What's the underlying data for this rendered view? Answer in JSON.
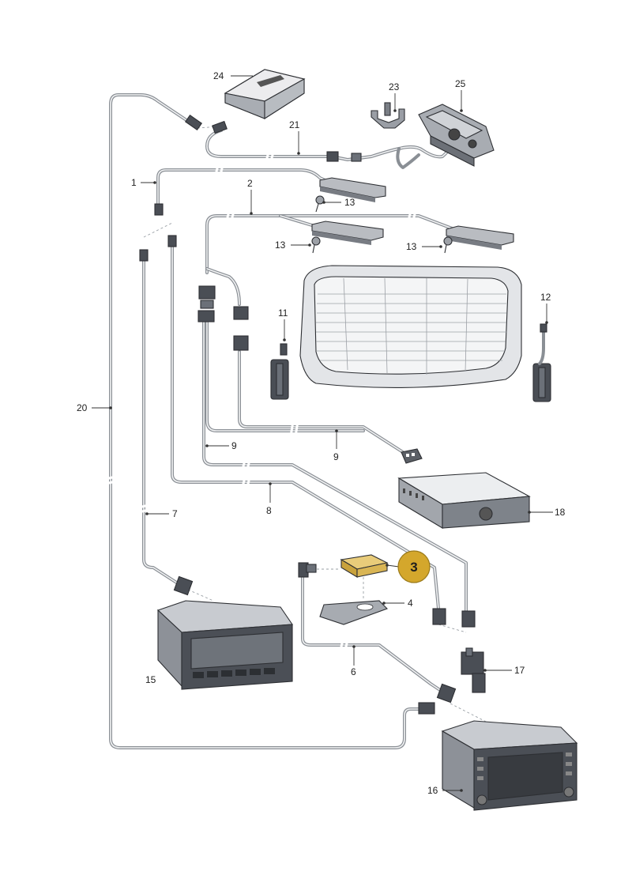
{
  "diagram": {
    "highlight_color": "#d4a72c",
    "highlighted_part": "3",
    "labels": [
      {
        "id": "1",
        "text": "1"
      },
      {
        "id": "2",
        "text": "2"
      },
      {
        "id": "3",
        "text": "3"
      },
      {
        "id": "4",
        "text": "4"
      },
      {
        "id": "6",
        "text": "6"
      },
      {
        "id": "7",
        "text": "7"
      },
      {
        "id": "8",
        "text": "8"
      },
      {
        "id": "9a",
        "text": "9"
      },
      {
        "id": "9b",
        "text": "9"
      },
      {
        "id": "11",
        "text": "11"
      },
      {
        "id": "12",
        "text": "12"
      },
      {
        "id": "13a",
        "text": "13"
      },
      {
        "id": "13b",
        "text": "13"
      },
      {
        "id": "13c",
        "text": "13"
      },
      {
        "id": "15",
        "text": "15"
      },
      {
        "id": "16",
        "text": "16"
      },
      {
        "id": "17",
        "text": "17"
      },
      {
        "id": "18",
        "text": "18"
      },
      {
        "id": "20",
        "text": "20"
      },
      {
        "id": "21",
        "text": "21"
      },
      {
        "id": "23",
        "text": "23"
      },
      {
        "id": "24",
        "text": "24"
      },
      {
        "id": "25",
        "text": "25"
      }
    ]
  }
}
